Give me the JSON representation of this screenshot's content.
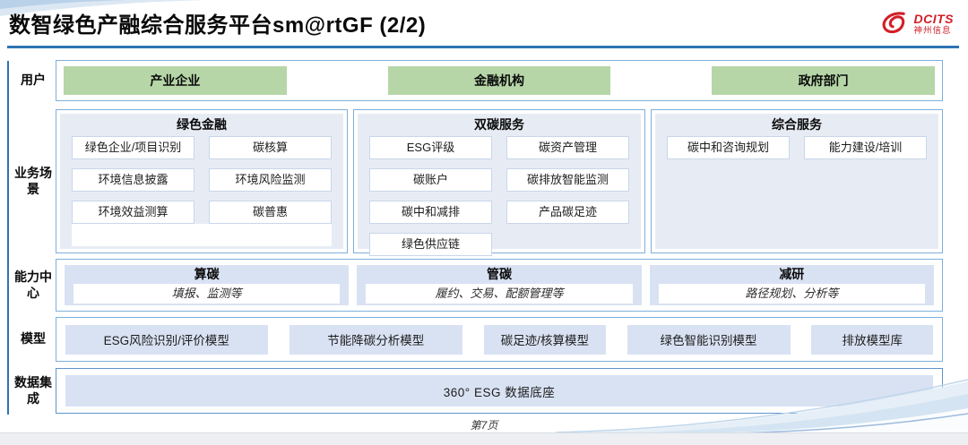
{
  "slide": {
    "title": "数智绿色产融综合服务平台sm@rtGF (2/2)",
    "page_footer": "第7页",
    "logo": {
      "brand": "DCITS",
      "company": "神州信息"
    }
  },
  "colors": {
    "accent_blue": "#2E74B5",
    "container_border": "#7FAFDC",
    "green_box_fill": "#B6D6A8",
    "panel_fill": "#E7ECF4",
    "box_fill": "#D9E2F3",
    "logo_red": "#D21F26"
  },
  "rows": {
    "users": {
      "label": "用户",
      "items": [
        "产业企业",
        "金融机构",
        "政府部门"
      ]
    },
    "scenarios": {
      "label": "业务场景",
      "columns": [
        {
          "header": "绿色金融",
          "items": [
            "绿色企业/项目识别",
            "碳核算",
            "环境信息披露",
            "环境风险监测",
            "环境效益测算",
            "碳普惠"
          ]
        },
        {
          "header": "双碳服务",
          "items": [
            "ESG评级",
            "碳资产管理",
            "碳账户",
            "碳排放智能监测",
            "碳中和减排",
            "产品碳足迹",
            "绿色供应链"
          ]
        },
        {
          "header": "综合服务",
          "items": [
            "碳中和咨询规划",
            "能力建设/培训"
          ]
        }
      ]
    },
    "capabilities": {
      "label": "能力中心",
      "items": [
        {
          "header": "算碳",
          "desc": "填报、监测等"
        },
        {
          "header": "管碳",
          "desc": "履约、交易、配额管理等"
        },
        {
          "header": "减研",
          "desc": "路径规划、分析等"
        }
      ]
    },
    "models": {
      "label": "模型",
      "items": [
        "ESG风险识别/评价模型",
        "节能降碳分析模型",
        "碳足迹/核算模型",
        "绿色智能识别模型",
        "排放模型库"
      ]
    },
    "data_integration": {
      "label": "数据集成",
      "items": [
        "360° ESG 数据底座"
      ]
    }
  }
}
